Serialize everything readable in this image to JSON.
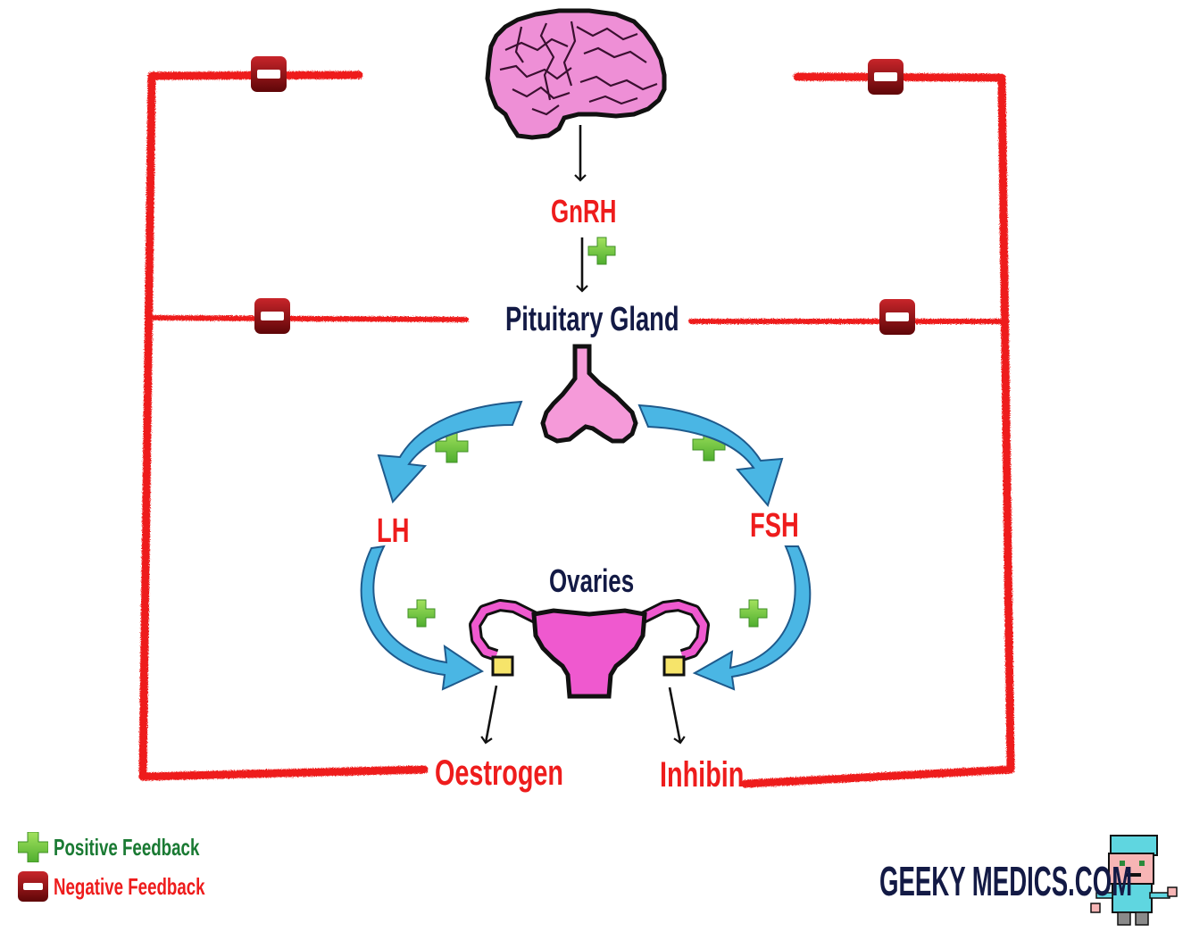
{
  "diagram": {
    "nodes": {
      "gnrh": "GnRH",
      "pituitary": "Pituitary Gland",
      "lh": "LH",
      "fsh": "FSH",
      "ovaries": "Ovaries",
      "oestrogen": "Oestrogen",
      "inhibin": "Inhibin"
    },
    "legend": {
      "positive": "Positive Feedback",
      "negative": "Negative Feedback"
    },
    "brand": "GEEKY MEDICS.COM"
  },
  "colors": {
    "feedback_line": "#ee1c1c",
    "hormone_text": "#ee1c1c",
    "organ_text": "#131a45",
    "blue_arrow": "#4ab6e4",
    "plus_green": "#6cc94a",
    "minus_dark_red": "#8e0d10",
    "brain_pink": "#ee8fd6",
    "pituitary_pink": "#f59ad9",
    "uterus_pink": "#ef59cf",
    "ovary_yellow": "#f6e46a"
  },
  "icons": [
    "brain-icon",
    "pituitary-gland-icon",
    "ovaries-uterus-icon",
    "plus-icon",
    "minus-icon",
    "mascot-icon"
  ]
}
